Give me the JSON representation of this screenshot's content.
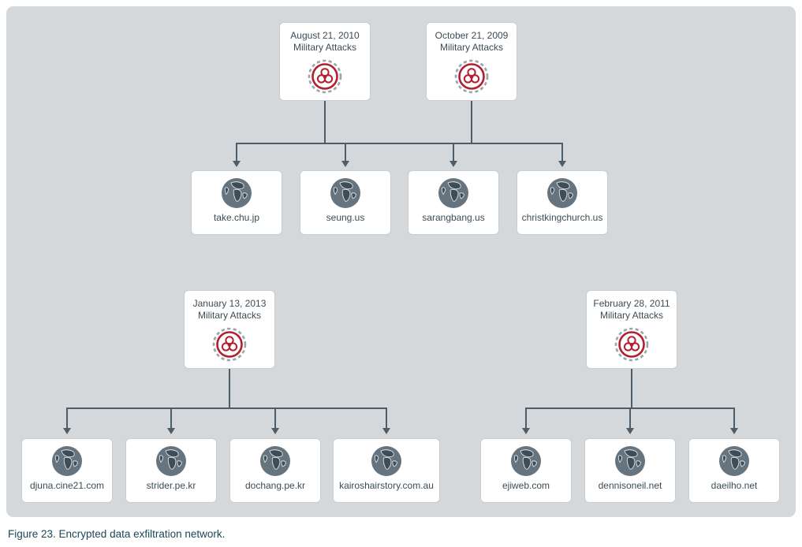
{
  "caption": "Figure 23. Encrypted data exfiltration network.",
  "colors": {
    "panel_bg": "#d4d8da",
    "card_bg": "#ffffff",
    "connector": "#4d5e68",
    "attack_accent": "#b41f2f",
    "globe": "#65747f",
    "text": "#3d4b54"
  },
  "icons": {
    "attack": "biohazard-icon",
    "domain": "globe-icon"
  },
  "clusters": [
    {
      "attacks": [
        {
          "date": "August 21, 2010",
          "label": "Military Attacks"
        },
        {
          "date": "October 21, 2009",
          "label": "Military Attacks"
        }
      ],
      "targets": [
        "take.chu.jp",
        "seung.us",
        "sarangbang.us",
        "christkingchurch.us"
      ]
    },
    {
      "attacks": [
        {
          "date": "January 13, 2013",
          "label": "Military Attacks"
        }
      ],
      "targets": [
        "djuna.cine21.com",
        "strider.pe.kr",
        "dochang.pe.kr",
        "kairoshairstory.com.au"
      ]
    },
    {
      "attacks": [
        {
          "date": "February 28, 2011",
          "label": "Military Attacks"
        }
      ],
      "targets": [
        "ejiweb.com",
        "dennisoneil.net",
        "daeilho.net"
      ]
    }
  ]
}
